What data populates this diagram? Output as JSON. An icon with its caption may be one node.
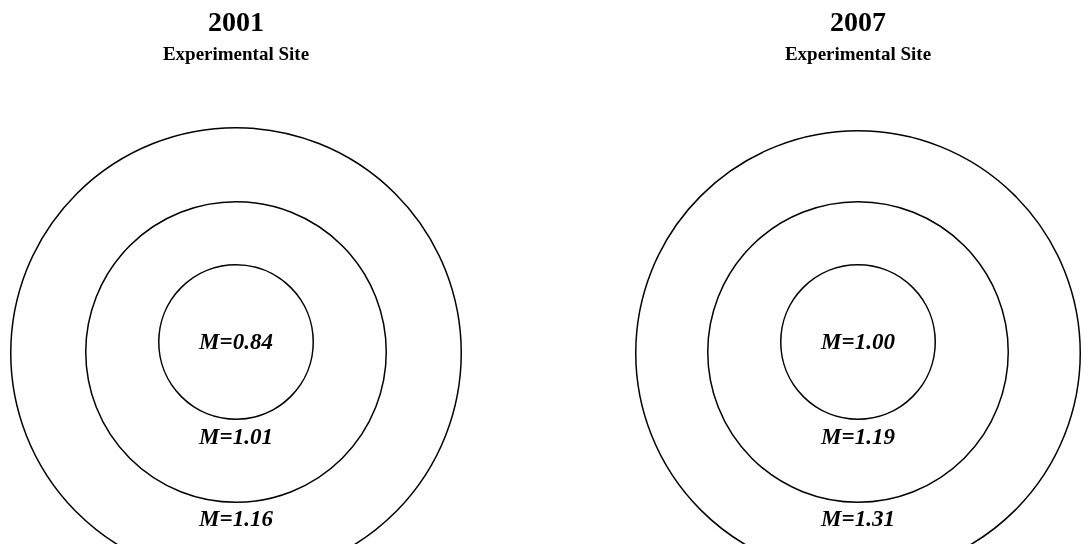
{
  "diagram": {
    "nodes": [
      {
        "text": [
          "M=1.16"
        ]
      },
      {
        "text": [
          "M=1.01"
        ],
        "in": 0
      },
      {
        "text": [
          "M=0.84"
        ],
        "in": 1
      },
      {
        "text": [
          "M=1.31"
        ]
      },
      {
        "text": [
          "M=1.19"
        ],
        "in": 3
      },
      {
        "text": [
          "M=1.00"
        ],
        "in": 4
      }
    ],
    "labels": [
      "2001",
      "Experimental Site",
      "2007",
      "Experimental Site"
    ]
  }
}
